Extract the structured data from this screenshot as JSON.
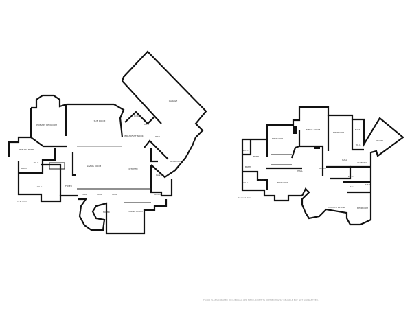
{
  "floors": [
    {
      "label": "First floor",
      "rooms": [
        "PRIMARY BEDROOM",
        "SUN ROOM",
        "PRIMARY BATH",
        "BATH",
        "W.I.C.",
        "W.I.C.",
        "FOYER",
        "LIVING ROOM",
        "HALL",
        "HALL",
        "HALL",
        "GARAGE",
        "ROOM",
        "BATH",
        "BREAKFAST NOOK",
        "HALL",
        "BEDROOM",
        "KITCHEN",
        "PANTRY",
        "ROOM",
        "DINING ROOM",
        "FOYER"
      ]
    },
    {
      "label": "Second floor",
      "rooms": [
        "MEDIA ROOM",
        "BEDROOM",
        "BEDROOM",
        "BATH",
        "W.I.C.",
        "ROOM",
        "W.I.C.",
        "BATH",
        "BATH",
        "W.I.C.",
        "HALL",
        "HALL",
        "ROOM",
        "HALL",
        "LAUNDRY",
        "W.I.C.",
        "BEDROOM",
        "BATH",
        "HALL",
        "OPEN TO BELOW",
        "BEDROOM"
      ]
    }
  ],
  "footer": "FLOOR PLANS CREATED BY CUBICASA APP. MEASUREMENTS DEEMED HIGHLY RELIABLE BUT NOT GUARANTEED."
}
